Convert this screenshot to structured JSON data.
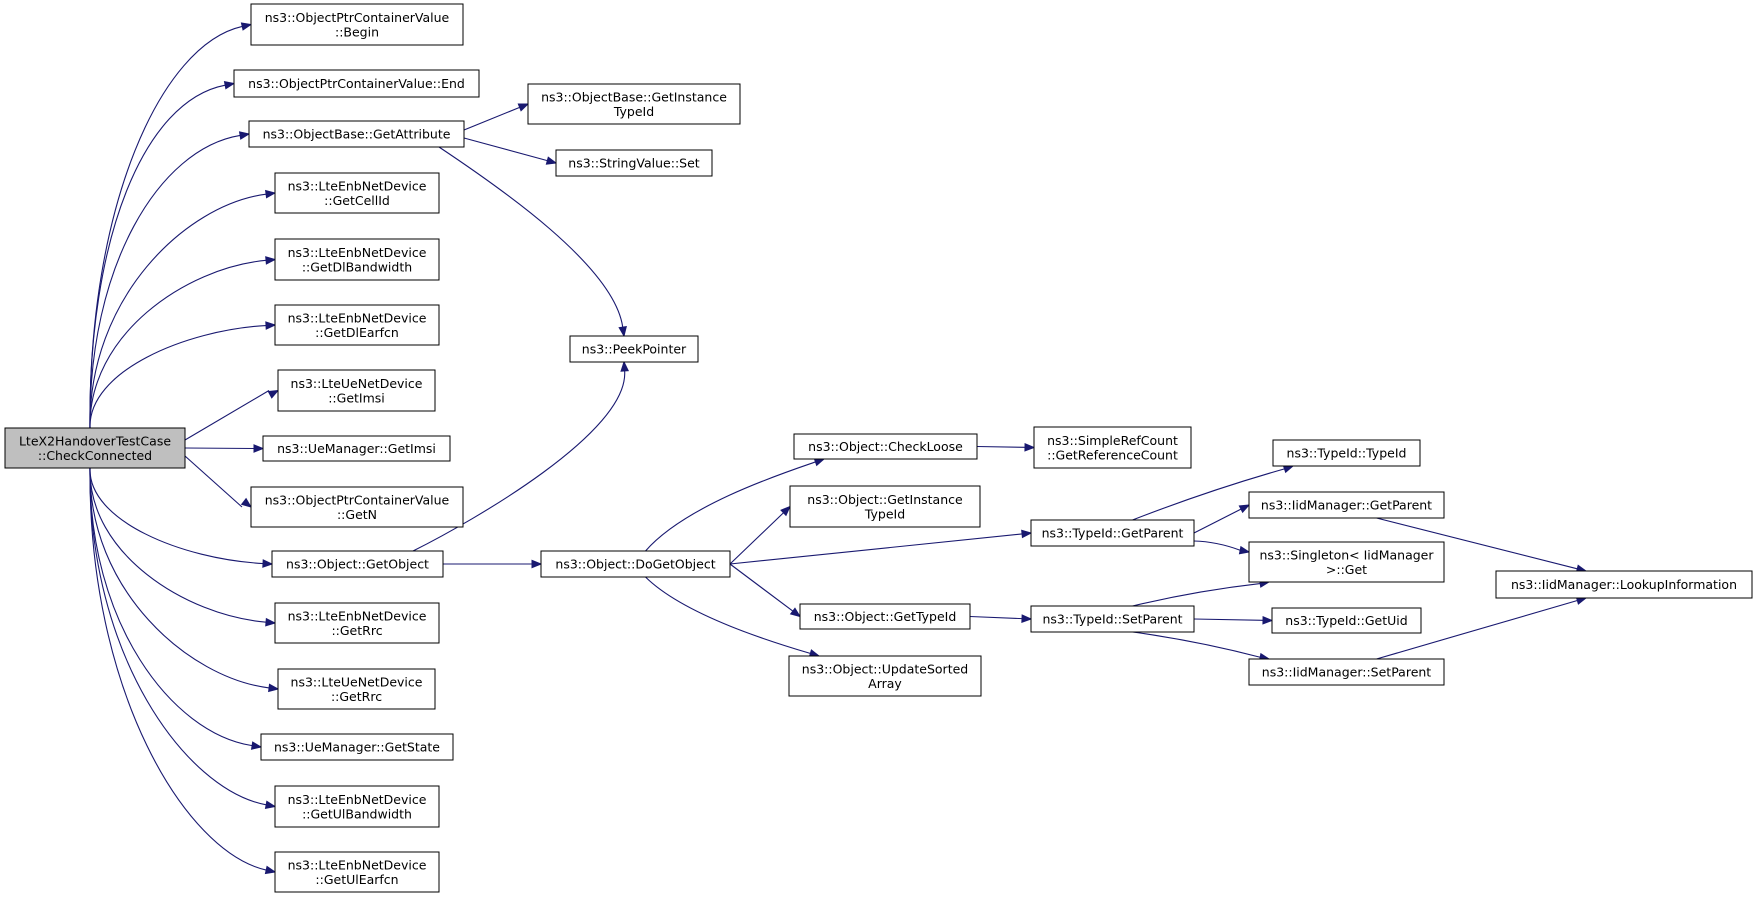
{
  "colors": {
    "edge": "#191970",
    "root_fill": "#bfbfbf",
    "node_fill": "#ffffff",
    "node_border": "#000000"
  },
  "nodes": [
    {
      "id": "root",
      "lines": [
        "LteX2HandoverTestCase",
        "::CheckConnected"
      ]
    },
    {
      "id": "opcv_begin",
      "lines": [
        "ns3::ObjectPtrContainerValue",
        "::Begin"
      ]
    },
    {
      "id": "opcv_end",
      "lines": [
        "ns3::ObjectPtrContainerValue::End"
      ]
    },
    {
      "id": "ob_getattr",
      "lines": [
        "ns3::ObjectBase::GetAttribute"
      ]
    },
    {
      "id": "enb_cellid",
      "lines": [
        "ns3::LteEnbNetDevice",
        "::GetCellId"
      ]
    },
    {
      "id": "enb_dlbw",
      "lines": [
        "ns3::LteEnbNetDevice",
        "::GetDlBandwidth"
      ]
    },
    {
      "id": "enb_dlearfcn",
      "lines": [
        "ns3::LteEnbNetDevice",
        "::GetDlEarfcn"
      ]
    },
    {
      "id": "ue_imsi",
      "lines": [
        "ns3::LteUeNetDevice",
        "::GetImsi"
      ]
    },
    {
      "id": "uem_imsi",
      "lines": [
        "ns3::UeManager::GetImsi"
      ]
    },
    {
      "id": "opcv_getn",
      "lines": [
        "ns3::ObjectPtrContainerValue",
        "::GetN"
      ]
    },
    {
      "id": "obj_getobject",
      "lines": [
        "ns3::Object::GetObject"
      ]
    },
    {
      "id": "enb_rrc",
      "lines": [
        "ns3::LteEnbNetDevice",
        "::GetRrc"
      ]
    },
    {
      "id": "ue_rrc",
      "lines": [
        "ns3::LteUeNetDevice",
        "::GetRrc"
      ]
    },
    {
      "id": "uem_state",
      "lines": [
        "ns3::UeManager::GetState"
      ]
    },
    {
      "id": "enb_ulbw",
      "lines": [
        "ns3::LteEnbNetDevice",
        "::GetUlBandwidth"
      ]
    },
    {
      "id": "enb_ulearfcn",
      "lines": [
        "ns3::LteEnbNetDevice",
        "::GetUlEarfcn"
      ]
    },
    {
      "id": "ob_instance",
      "lines": [
        "ns3::ObjectBase::GetInstance",
        "TypeId"
      ]
    },
    {
      "id": "sv_set",
      "lines": [
        "ns3::StringValue::Set"
      ]
    },
    {
      "id": "peek",
      "lines": [
        "ns3::PeekPointer"
      ]
    },
    {
      "id": "obj_dogetobject",
      "lines": [
        "ns3::Object::DoGetObject"
      ]
    },
    {
      "id": "obj_checkloose",
      "lines": [
        "ns3::Object::CheckLoose"
      ]
    },
    {
      "id": "obj_instance",
      "lines": [
        "ns3::Object::GetInstance",
        "TypeId"
      ]
    },
    {
      "id": "obj_gettypeid",
      "lines": [
        "ns3::Object::GetTypeId"
      ]
    },
    {
      "id": "obj_updatesorted",
      "lines": [
        "ns3::Object::UpdateSorted",
        "Array"
      ]
    },
    {
      "id": "src_getrefcount",
      "lines": [
        "ns3::SimpleRefCount",
        "::GetReferenceCount"
      ]
    },
    {
      "id": "tid_getparent",
      "lines": [
        "ns3::TypeId::GetParent"
      ]
    },
    {
      "id": "tid_setparent",
      "lines": [
        "ns3::TypeId::SetParent"
      ]
    },
    {
      "id": "tid_typeid",
      "lines": [
        "ns3::TypeId::TypeId"
      ]
    },
    {
      "id": "iid_getparent",
      "lines": [
        "ns3::IidManager::GetParent"
      ]
    },
    {
      "id": "singleton_get",
      "lines": [
        "ns3::Singleton< IidManager",
        ">::Get"
      ]
    },
    {
      "id": "tid_getuid",
      "lines": [
        "ns3::TypeId::GetUid"
      ]
    },
    {
      "id": "iid_setparent",
      "lines": [
        "ns3::IidManager::SetParent"
      ]
    },
    {
      "id": "iid_lookup",
      "lines": [
        "ns3::IidManager::LookupInformation"
      ]
    }
  ],
  "edges": [
    [
      "root",
      "opcv_begin"
    ],
    [
      "root",
      "opcv_end"
    ],
    [
      "root",
      "ob_getattr"
    ],
    [
      "root",
      "enb_cellid"
    ],
    [
      "root",
      "enb_dlbw"
    ],
    [
      "root",
      "enb_dlearfcn"
    ],
    [
      "root",
      "ue_imsi"
    ],
    [
      "root",
      "uem_imsi"
    ],
    [
      "root",
      "opcv_getn"
    ],
    [
      "root",
      "obj_getobject"
    ],
    [
      "root",
      "enb_rrc"
    ],
    [
      "root",
      "ue_rrc"
    ],
    [
      "root",
      "uem_state"
    ],
    [
      "root",
      "enb_ulbw"
    ],
    [
      "root",
      "enb_ulearfcn"
    ],
    [
      "ob_getattr",
      "ob_instance"
    ],
    [
      "ob_getattr",
      "sv_set"
    ],
    [
      "ob_getattr",
      "peek"
    ],
    [
      "obj_getobject",
      "peek"
    ],
    [
      "obj_getobject",
      "obj_dogetobject"
    ],
    [
      "obj_dogetobject",
      "obj_checkloose"
    ],
    [
      "obj_dogetobject",
      "obj_instance"
    ],
    [
      "obj_dogetobject",
      "tid_getparent"
    ],
    [
      "obj_dogetobject",
      "obj_gettypeid"
    ],
    [
      "obj_dogetobject",
      "obj_updatesorted"
    ],
    [
      "obj_checkloose",
      "src_getrefcount"
    ],
    [
      "obj_gettypeid",
      "tid_setparent"
    ],
    [
      "tid_getparent",
      "tid_typeid"
    ],
    [
      "tid_getparent",
      "iid_getparent"
    ],
    [
      "tid_getparent",
      "singleton_get"
    ],
    [
      "tid_setparent",
      "singleton_get"
    ],
    [
      "tid_setparent",
      "tid_getuid"
    ],
    [
      "tid_setparent",
      "iid_setparent"
    ],
    [
      "iid_getparent",
      "iid_lookup"
    ],
    [
      "iid_setparent",
      "iid_lookup"
    ]
  ]
}
